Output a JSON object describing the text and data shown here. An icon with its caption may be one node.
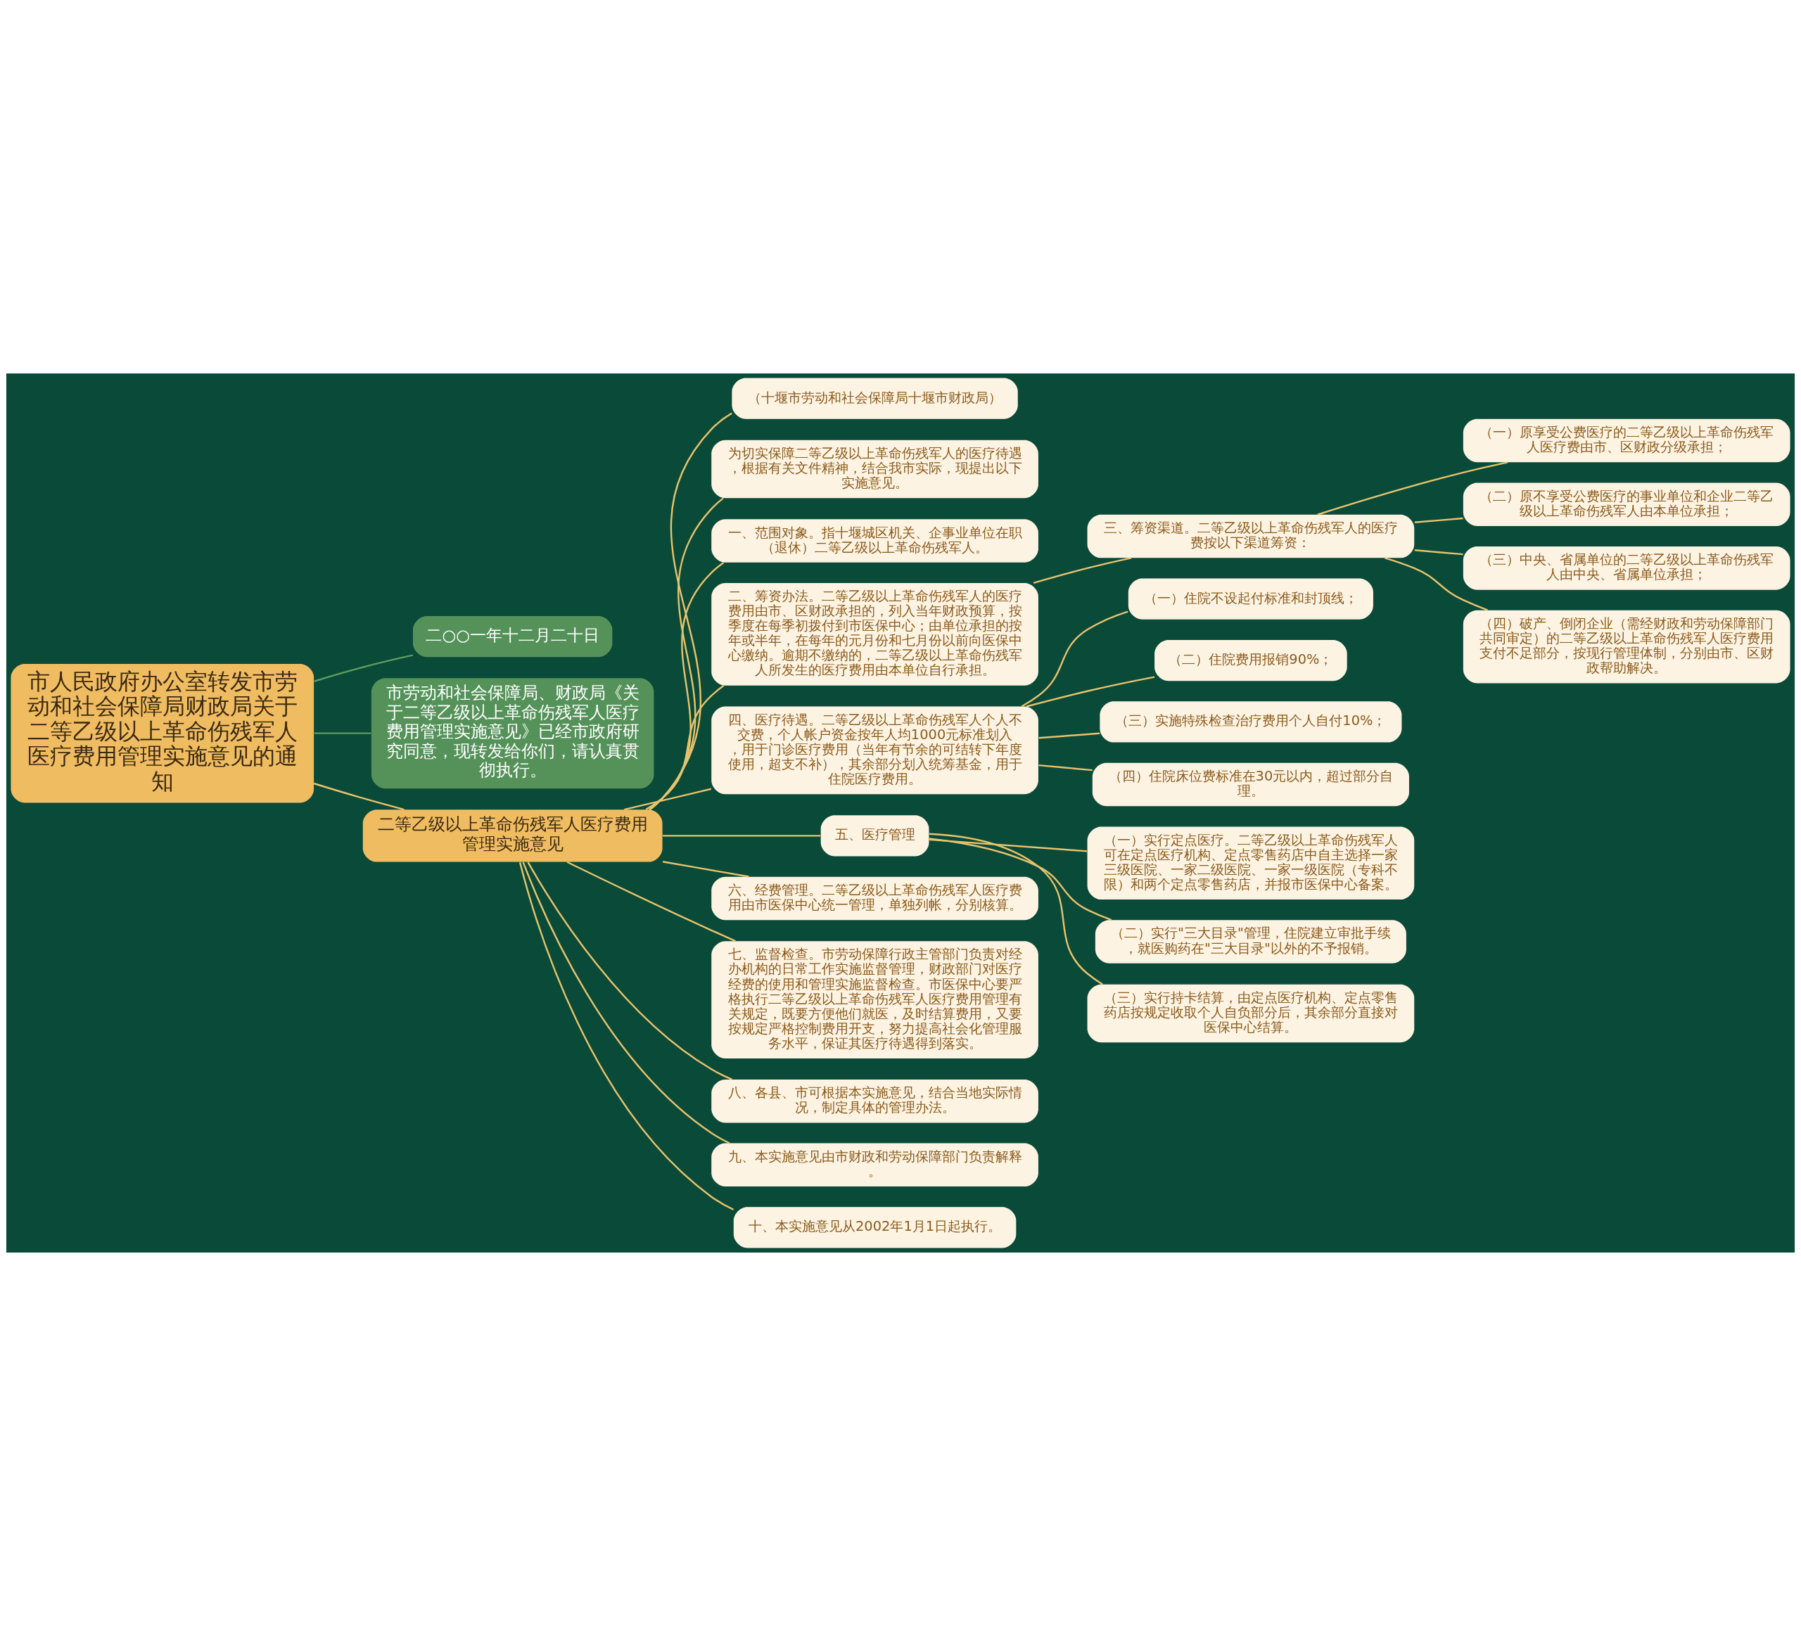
{
  "diagram": {
    "nodes": [
      {
        "text": [
          "市人民政府办公室转发市劳动和社会保障局财政局关于二等乙级以上革命伤残军人医疗费用管理实施意见的通知"
        ]
      },
      {
        "text": [
          "二○○一年十二月二十日"
        ]
      },
      {
        "text": [
          "市劳动和社会保障局、财政局《关于二等乙级以上革命伤残军人医疗费用管理实施意见》已经市政府研究同意，现转发给你们，请认真贯彻执行。"
        ]
      },
      {
        "text": [
          "二等乙级以上革命伤残军人医疗费用管理实施意见"
        ]
      },
      {
        "text": [
          "（十堰市劳动和社会保障局十堰市财政局）"
        ]
      },
      {
        "text": [
          "为切实保障二等乙级以上革命伤残军人的医疗待遇，根据有关文件精神，结合我市实际，现提出以下实施意见。"
        ]
      },
      {
        "text": [
          "一、范围对象。指十堰城区机关、企事业单位在职（退休）二等乙级以上革命伤残军人。"
        ]
      },
      {
        "text": [
          "二、筹资办法。二等乙级以上革命伤残军人的医疗费用由市、区财政承担的，列入当年财政预算，按季度在每季初拨付到市医保中心；由单位承担的按年或半年，在每年的元月份和七月份以前向医保中心缴纳。逾期不缴纳的，二等乙级以上革命伤残军人所发生的医疗费用由本单位自行承担。"
        ]
      },
      {
        "text": [
          "三、筹资渠道。二等乙级以上革命伤残军人的医疗费按以下渠道筹资："
        ]
      },
      {
        "text": [
          "（一）原享受公费医疗的二等乙级以上革命伤残军人医疗费由市、区财政分级承担；"
        ]
      },
      {
        "text": [
          "（二）原不享受公费医疗的事业单位和企业二等乙级以上革命伤残军人由本单位承担；"
        ]
      },
      {
        "text": [
          "（三）中央、省属单位的二等乙级以上革命伤残军人由中央、省属单位承担；"
        ]
      },
      {
        "text": [
          "（四）破产、倒闭企业（需经财政和劳动保障部门共同审定）的二等乙级以上革命伤残军人医疗费用支付不足部分，按现行管理体制，分别由市、区财政帮助解决。"
        ]
      },
      {
        "text": [
          "四、医疗待遇。二等乙级以上革命伤残军人个人不交费，个人帐户资金按年人均1000元标准划入，用于门诊医疗费用（当年有节余的可结转下年度使用，超支不补），其余部分划入统筹基金，用于住院医疗费用。"
        ]
      },
      {
        "text": [
          "（一）住院不设起付标准和封顶线；"
        ]
      },
      {
        "text": [
          "（二）住院费用报销90%；"
        ]
      },
      {
        "text": [
          "（三）实施特殊检查治疗费用个人自付10%；"
        ]
      },
      {
        "text": [
          "（四）住院床位费标准在30元以内，超过部分自理。"
        ]
      },
      {
        "text": [
          "五、医疗管理"
        ]
      },
      {
        "text": [
          "（一）实行定点医疗。二等乙级以上革命伤残军人可在定点医疗机构、定点零售药店中自主选择一家三级医院、一家二级医院、一家一级医院（专科不限）和两个定点零售药店，并报市医保中心备案。"
        ]
      },
      {
        "text": [
          "（二）实行\"三大目录\"管理，住院建立审批手续，就医购药在\"三大目录\"以外的不予报销。"
        ]
      },
      {
        "text": [
          "（三）实行持卡结算，由定点医疗机构、定点零售药店按规定收取个人自负部分后，其余部分直接对医保中心结算。"
        ]
      },
      {
        "text": [
          "六、经费管理。二等乙级以上革命伤残军人医疗费用由市医保中心统一管理，单独列帐，分别核算。"
        ]
      },
      {
        "text": [
          "七、监督检查。市劳动保障行政主管部门负责对经办机构的日常工作实施监督管理，财政部门对医疗经费的使用和管理实施监督检查。市医保中心要严格执行二等乙级以上革命伤残军人医疗费用管理有关规定，既要方便他们就医，及时结算费用，又要按规定严格控制费用开支，努力提高社会化管理服务水平，保证其医疗待遇得到落实。"
        ]
      },
      {
        "text": [
          "八、各县、市可根据本实施意见，结合当地实际情况，制定具体的管理办法。"
        ]
      },
      {
        "text": [
          "九、本实施意见由市财政和劳动保障部门负责解释。"
        ]
      },
      {
        "text": [
          "十、本实施意见从2002年1月1日起执行。"
        ]
      }
    ],
    "edges": [
      {
        "from": 0,
        "to": 1,
        "arrow": "none",
        "color": "#5f9c5f"
      },
      {
        "from": 0,
        "to": 2,
        "arrow": "none",
        "color": "#5f9c5f"
      },
      {
        "from": 0,
        "to": 3,
        "arrow": "none"
      },
      {
        "from": 3,
        "to": 4,
        "arrow": "none"
      },
      {
        "from": 3,
        "to": 5,
        "arrow": "none"
      },
      {
        "from": 3,
        "to": 6,
        "arrow": "none"
      },
      {
        "from": 3,
        "to": 7,
        "arrow": "none"
      },
      {
        "from": 7,
        "to": 8,
        "arrow": "none"
      },
      {
        "from": 8,
        "to": 9,
        "arrow": "none"
      },
      {
        "from": 8,
        "to": 10,
        "arrow": "none"
      },
      {
        "from": 8,
        "to": 11,
        "arrow": "none"
      },
      {
        "from": 8,
        "to": 12,
        "arrow": "none"
      },
      {
        "from": 3,
        "to": 13,
        "arrow": "none"
      },
      {
        "from": 13,
        "to": 14,
        "arrow": "none"
      },
      {
        "from": 13,
        "to": 15,
        "arrow": "none"
      },
      {
        "from": 13,
        "to": 16,
        "arrow": "none"
      },
      {
        "from": 13,
        "to": 17,
        "arrow": "none"
      },
      {
        "from": 3,
        "to": 18,
        "arrow": "none"
      },
      {
        "from": 18,
        "to": 19,
        "arrow": "none"
      },
      {
        "from": 18,
        "to": 20,
        "arrow": "none"
      },
      {
        "from": 18,
        "to": 21,
        "arrow": "none"
      },
      {
        "from": 3,
        "to": 22,
        "arrow": "none"
      },
      {
        "from": 3,
        "to": 23,
        "arrow": "none"
      },
      {
        "from": 3,
        "to": 24,
        "arrow": "none"
      },
      {
        "from": 3,
        "to": 25,
        "arrow": "none"
      },
      {
        "from": 3,
        "to": 26,
        "arrow": "none"
      }
    ]
  }
}
